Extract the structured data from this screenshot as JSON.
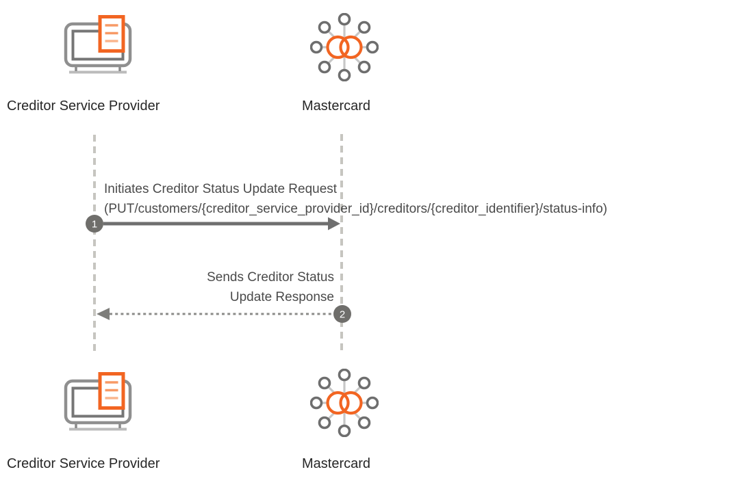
{
  "diagram": {
    "type": "sequence-diagram",
    "actors": {
      "creditor_service_provider": {
        "label": "Creditor Service Provider",
        "icon": "monitor-document-icon"
      },
      "mastercard": {
        "label": "Mastercard",
        "icon": "network-nodes-icon"
      }
    },
    "messages": [
      {
        "step": "1",
        "from": "Creditor Service Provider",
        "to": "Mastercard",
        "style": "solid-arrow",
        "line1": "Initiates Creditor Status Update Request",
        "line2": "(PUT/customers/{creditor_service_provider_id}/creditors/{creditor_identifier}/status-info)"
      },
      {
        "step": "2",
        "from": "Mastercard",
        "to": "Creditor Service Provider",
        "style": "dotted-arrow",
        "line1": "Sends Creditor Status",
        "line2": "Update Response"
      }
    ],
    "colors": {
      "orange": "#F26522",
      "orange_light": "#F8A679",
      "gray_icon": "#8A8A8A",
      "gray_node": "#6E6E6E",
      "gray_spoke": "#C7C7C7",
      "gray_lifeline": "#C6C5C0",
      "gray_arrow": "#6F6F6F",
      "gray_dotted": "#8B8B88",
      "badge_fill": "#6F6E6B",
      "text_actor": "#262626",
      "text_message": "#4A4A4A"
    }
  }
}
